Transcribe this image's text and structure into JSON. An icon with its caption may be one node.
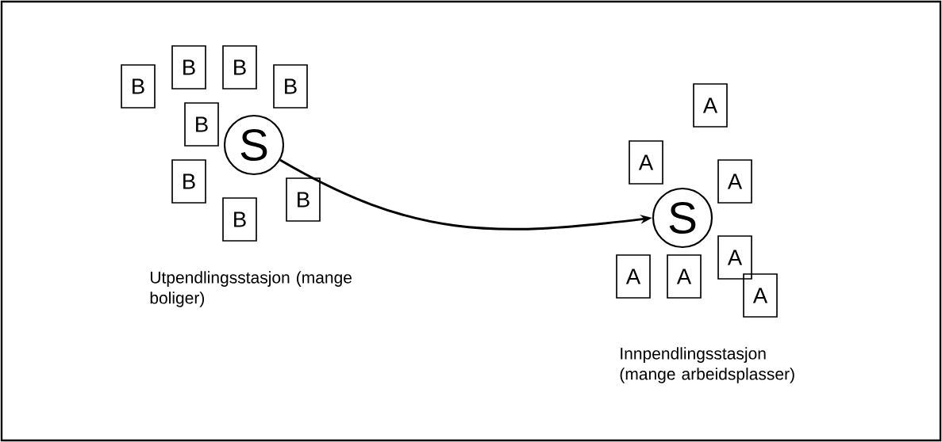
{
  "diagram": {
    "nodes": [
      {
        "text": [
          "B"
        ]
      },
      {
        "text": [
          "B"
        ]
      },
      {
        "text": [
          "B"
        ]
      },
      {
        "text": [
          "B"
        ]
      },
      {
        "text": [
          "B"
        ]
      },
      {
        "text": [
          "S"
        ]
      },
      {
        "text": [
          "B"
        ]
      },
      {
        "text": [
          "B"
        ]
      },
      {
        "text": [
          "B"
        ]
      },
      {
        "text": [
          "A"
        ]
      },
      {
        "text": [
          "A"
        ]
      },
      {
        "text": [
          "A"
        ]
      },
      {
        "text": [
          "S"
        ]
      },
      {
        "text": [
          "A"
        ]
      },
      {
        "text": [
          "A"
        ]
      },
      {
        "text": [
          "A"
        ]
      },
      {
        "text": [
          "A"
        ]
      }
    ],
    "edges": [
      {
        "from": 5,
        "to": 12,
        "arrow": "to"
      }
    ],
    "labels": [
      "Utpendlingsstasjon (mange boliger)",
      "Innpendlingsstasjon (mange arbeidsplasser)"
    ]
  }
}
